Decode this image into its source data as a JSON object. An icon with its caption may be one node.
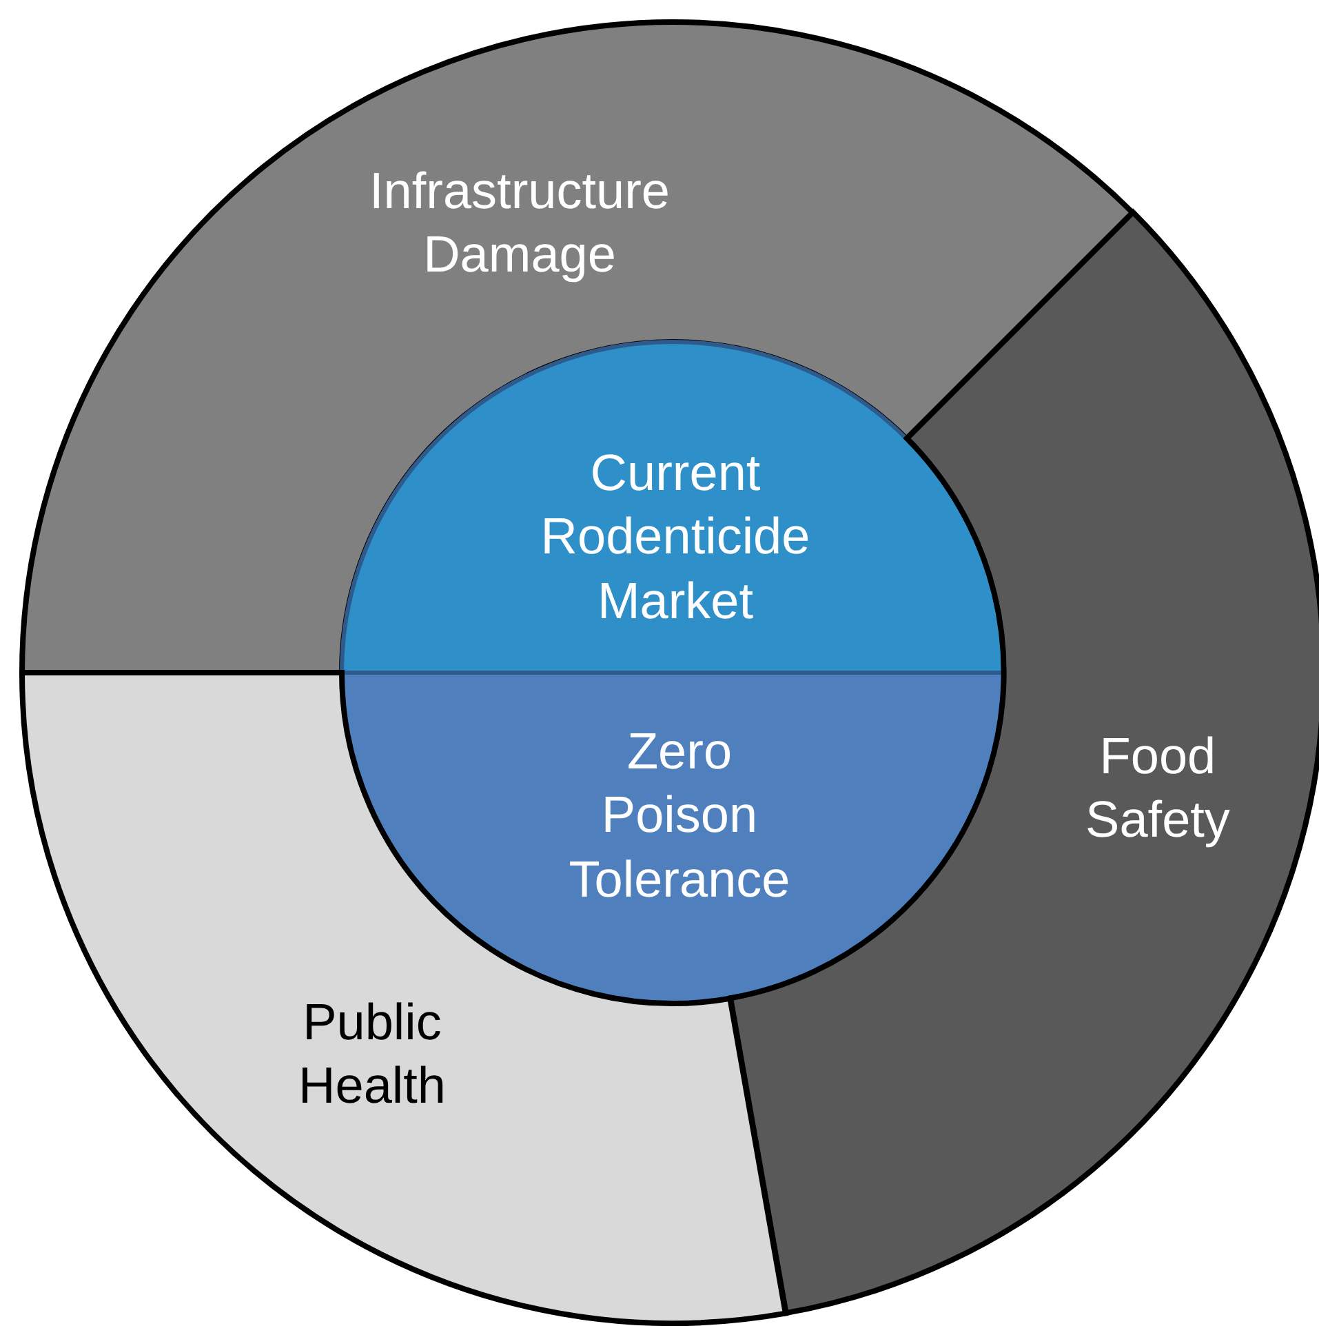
{
  "diagram": {
    "nodes": [
      {
        "text": [
          "Infrastructure Damage"
        ]
      },
      {
        "text": [
          "Current Rodenticide Market"
        ]
      },
      {
        "text": [
          "Zero Poison Tolerance"
        ]
      },
      {
        "text": [
          "Food Safety"
        ]
      },
      {
        "text": [
          "Public Health"
        ]
      }
    ]
  }
}
